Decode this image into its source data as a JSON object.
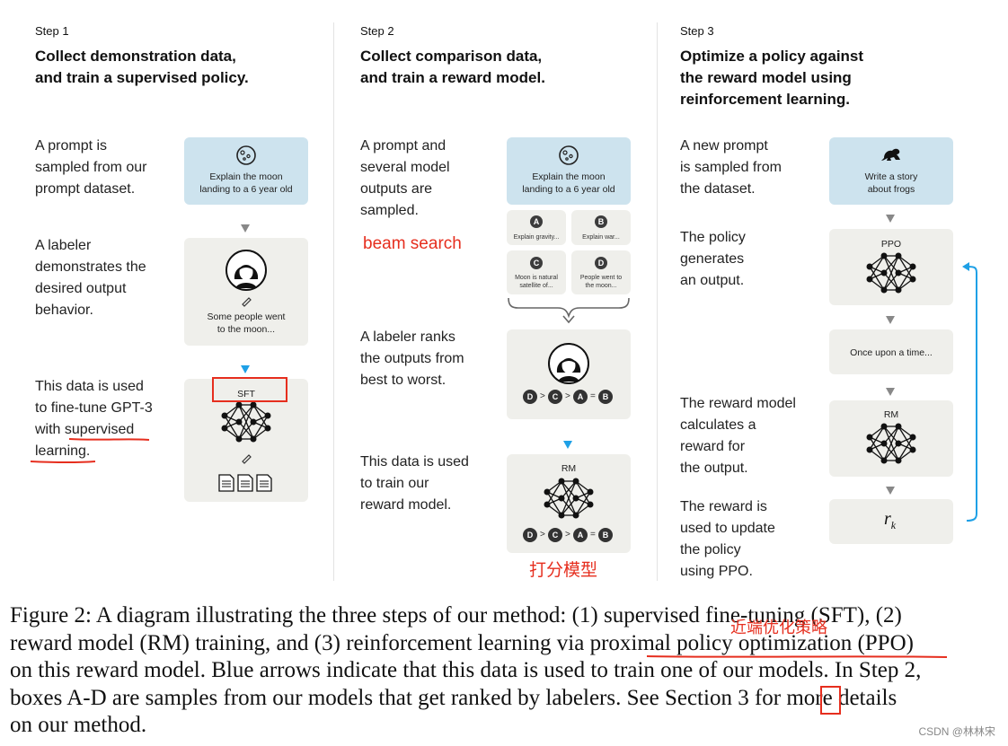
{
  "steps": [
    {
      "label": "Step 1",
      "title_lines": [
        "Collect demonstration data,",
        "and train a supervised policy."
      ]
    },
    {
      "label": "Step 2",
      "title_lines": [
        "Collect comparison data,",
        "and train a reward model."
      ]
    },
    {
      "label": "Step 3",
      "title_lines": [
        "Optimize a policy against",
        "the reward model using",
        "reinforcement learning."
      ]
    }
  ],
  "col1": {
    "desc1": [
      "A prompt is",
      "sampled from our",
      "prompt dataset."
    ],
    "desc2": [
      "A labeler",
      "demonstrates the",
      "desired output",
      "behavior."
    ],
    "desc3": [
      "This data is used",
      "to fine-tune GPT-3",
      "with supervised",
      "learning."
    ],
    "prompt_card": [
      "Explain the moon",
      "landing to a 6 year old"
    ],
    "labeler_card": [
      "Some people went",
      "to the moon..."
    ],
    "model_label": "SFT"
  },
  "col2": {
    "desc1": [
      "A prompt and",
      "several model",
      "outputs are",
      "sampled."
    ],
    "desc2": [
      "A labeler ranks",
      "the outputs from",
      "best to worst."
    ],
    "desc3": [
      "This data is used",
      "to train our",
      "reward model."
    ],
    "prompt_card": [
      "Explain the moon",
      "landing to a 6 year old"
    ],
    "outputs": [
      {
        "letter": "A",
        "text": [
          "Explain gravity..."
        ]
      },
      {
        "letter": "B",
        "text": [
          "Explain war..."
        ]
      },
      {
        "letter": "C",
        "text": [
          "Moon is natural",
          "satellite of..."
        ]
      },
      {
        "letter": "D",
        "text": [
          "People went to",
          "the moon..."
        ]
      }
    ],
    "ranking": [
      "D",
      ">",
      "C",
      ">",
      "A",
      "=",
      "B"
    ],
    "model_label": "RM",
    "annotation_beam": "beam search",
    "annotation_rm": "打分模型"
  },
  "col3": {
    "desc1": [
      "A new prompt",
      "is sampled from",
      "the dataset."
    ],
    "desc2": [
      "The policy",
      "generates",
      "an output."
    ],
    "desc3": [
      "The reward model",
      "calculates a",
      "reward for",
      "the output."
    ],
    "desc4": [
      "The reward is",
      "used to update",
      "the policy",
      "using PPO."
    ],
    "prompt_card": [
      "Write a story",
      "about frogs"
    ],
    "policy_label": "PPO",
    "output_card": "Once upon a time...",
    "rm_label": "RM",
    "reward_symbol": "r",
    "reward_sub": "k"
  },
  "caption": {
    "lines": [
      "Figure 2: A diagram illustrating the three steps of our method: (1) supervised fine-tuning (SFT), (2)",
      "reward model (RM) training, and (3) reinforcement learning via proximal policy optimization (PPO)",
      "on this reward model. Blue arrows indicate that this data is used to train one of our models. In Step 2,",
      "boxes A-D are samples from our models that get ranked by labelers. See Section 3 for more details",
      "on our method."
    ],
    "annotation_ppo": "近端优化策略",
    "watermark": "CSDN @林林宋"
  },
  "colors": {
    "accent_blue": "#1ea0e6",
    "annotation_red": "#e62e1e",
    "card_blue": "#cde3ee",
    "card_gray": "#efefeb"
  }
}
